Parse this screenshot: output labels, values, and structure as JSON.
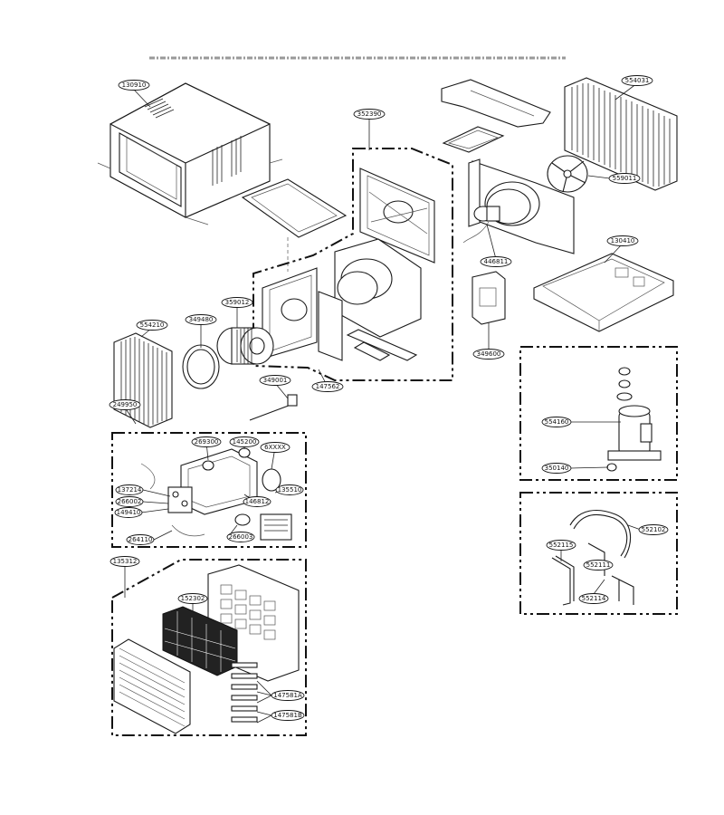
{
  "title_fragment": "LWHXXXX…/LWHXXXX… (partially cut off)",
  "labels": {
    "l130910": "130910",
    "l352390": "352390",
    "l554031": "554031",
    "l559011": "559011",
    "l446811": "446811",
    "l130410": "130410",
    "l349600": "349600",
    "l359012": "359012",
    "l349480": "349480",
    "l554210": "554210",
    "l349001": "349001",
    "l147562": "147562",
    "l249950": "249950",
    "l269300": "269300",
    "l145200": "145200",
    "l6XXXX": "6XXXX",
    "l137214": "137214",
    "l266002": "266002",
    "l149410": "149410",
    "l264110": "264110",
    "l266003": "266003",
    "l146812": "146812",
    "l135510": "135510",
    "l554160": "554160",
    "l350140": "350140",
    "l552102": "552102",
    "l552115": "552115",
    "l552111": "552111",
    "l552114": "552114",
    "l135312": "135312",
    "l152302": "152302",
    "l147581a": "147581A",
    "l147581b": "147581B"
  }
}
